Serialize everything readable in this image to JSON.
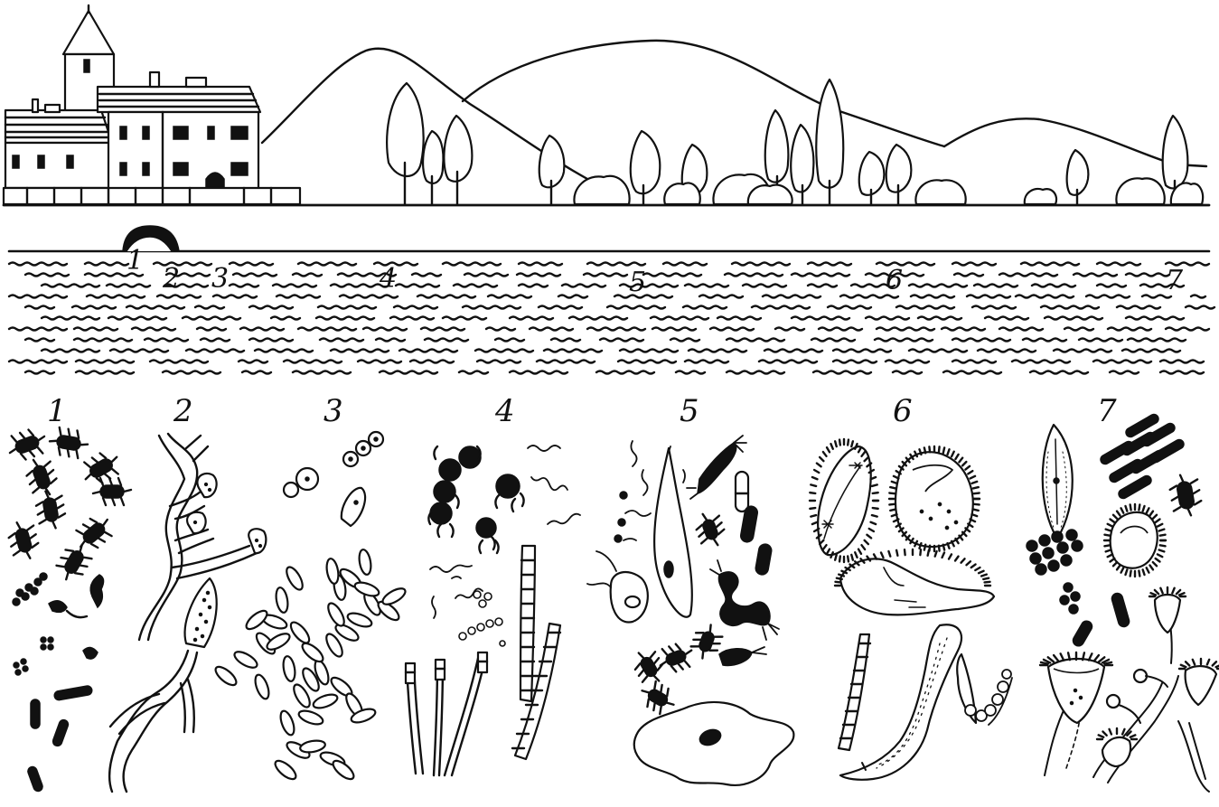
{
  "river_markers": [
    {
      "text": "1"
    },
    {
      "text": "2"
    },
    {
      "text": "3"
    },
    {
      "text": "4"
    },
    {
      "text": "5"
    },
    {
      "text": "6"
    },
    {
      "text": "7"
    }
  ],
  "column_labels": [
    {
      "text": "1"
    },
    {
      "text": "2"
    },
    {
      "text": "3"
    },
    {
      "text": "4"
    },
    {
      "text": "5"
    },
    {
      "text": "6"
    },
    {
      "text": "7"
    }
  ],
  "colors": {
    "ink": "#111111",
    "paper": "#ffffff"
  }
}
